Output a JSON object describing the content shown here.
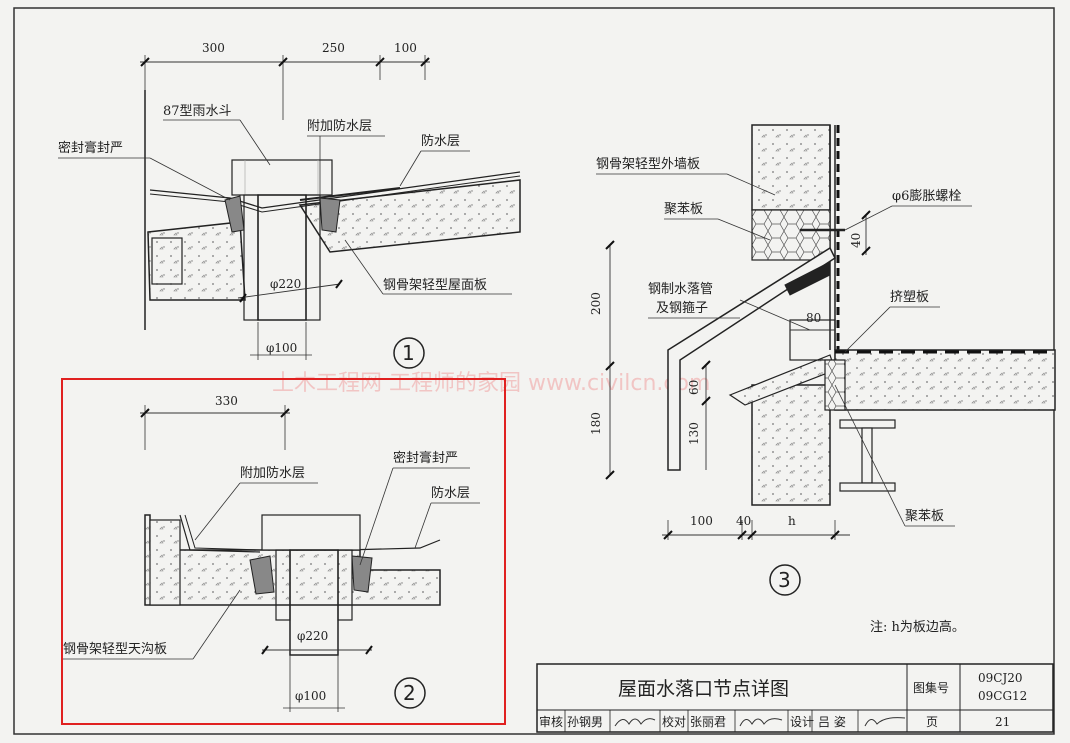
{
  "watermark": "土木工程网 工程师的家园 www.civilcn.com",
  "detail1": {
    "number": "1",
    "dims": [
      "300",
      "250",
      "100"
    ],
    "pipe_dia": "φ220",
    "outlet_dia": "φ100",
    "labels": {
      "rain_hopper": "87型雨水斗",
      "sealant": "密封膏封严",
      "extra_waterproof": "附加防水层",
      "waterproof": "防水层",
      "roof_panel": "钢骨架轻型屋面板"
    }
  },
  "detail2": {
    "number": "2",
    "dim": "330",
    "pipe_dia": "φ220",
    "outlet_dia": "φ100",
    "labels": {
      "extra_waterproof": "附加防水层",
      "sealant": "密封膏封严",
      "waterproof": "防水层",
      "gutter_panel": "钢骨架轻型天沟板"
    }
  },
  "detail3": {
    "number": "3",
    "labels": {
      "wall_panel": "钢骨架轻型外墙板",
      "polystyrene_top": "聚苯板",
      "bolt": "φ6膨胀螺栓",
      "downpipe_1": "钢制水落管",
      "downpipe_2": "及钢箍子",
      "extruded": "挤塑板",
      "polystyrene_bottom": "聚苯板"
    },
    "dims": {
      "d40_right": "40",
      "d80": "80",
      "d200": "200",
      "d60": "60",
      "d180": "180",
      "d130": "130",
      "d100_bottom": "100",
      "d40_bottom": "40",
      "dh": "h"
    }
  },
  "note": "注: h为板边高。",
  "title_block": {
    "title": "屋面水落口节点详图",
    "atlas_label": "图集号",
    "atlas_no_1": "09CJ20",
    "atlas_no_2": "09CG12",
    "page_label": "页",
    "page_no": "21",
    "review_label": "审核",
    "reviewer": "孙钢男",
    "check_label": "校对",
    "checker": "张丽君",
    "design_label": "设计",
    "designer": "吕 姿"
  },
  "highlight_color": "#e02020"
}
